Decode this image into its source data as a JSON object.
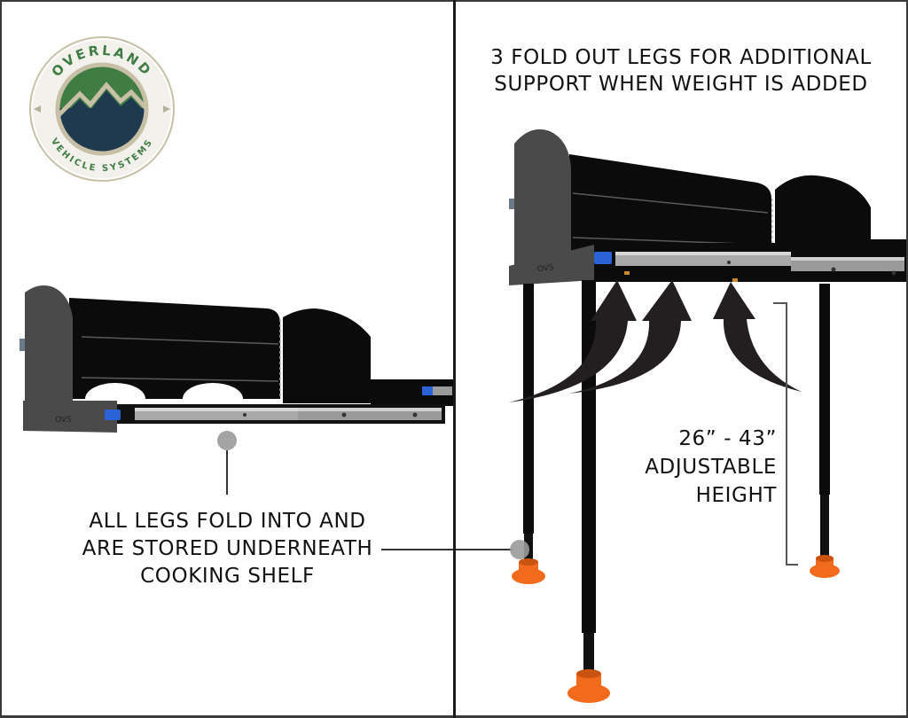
{
  "brand": {
    "logo_top_text": "OVERLAND",
    "logo_bottom_text": "VEHICLE SYSTEMS",
    "shelf_badge": "OVS",
    "colors": {
      "logo_green": "#3f7d43",
      "logo_navy": "#1f3a4e",
      "logo_tan": "#c7bfa6",
      "logo_ring": "#f2f1ec",
      "leg_foot_orange": "#f26b1d",
      "release_blue": "#2a63d6",
      "shelf_gray": "#4a4a4a",
      "shelf_black": "#0b0b0b"
    }
  },
  "left_panel": {
    "caption_lines": [
      "ALL LEGS FOLD INTO AND",
      "ARE STORED UNDERNEATH",
      "COOKING SHELF"
    ]
  },
  "right_panel": {
    "headline_lines": [
      "3 FOLD OUT LEGS FOR ADDITIONAL",
      "SUPPORT WHEN WEIGHT IS ADDED"
    ],
    "height_label_lines": [
      "26” - 43”",
      "ADJUSTABLE",
      "HEIGHT"
    ],
    "leg_count": 3
  }
}
